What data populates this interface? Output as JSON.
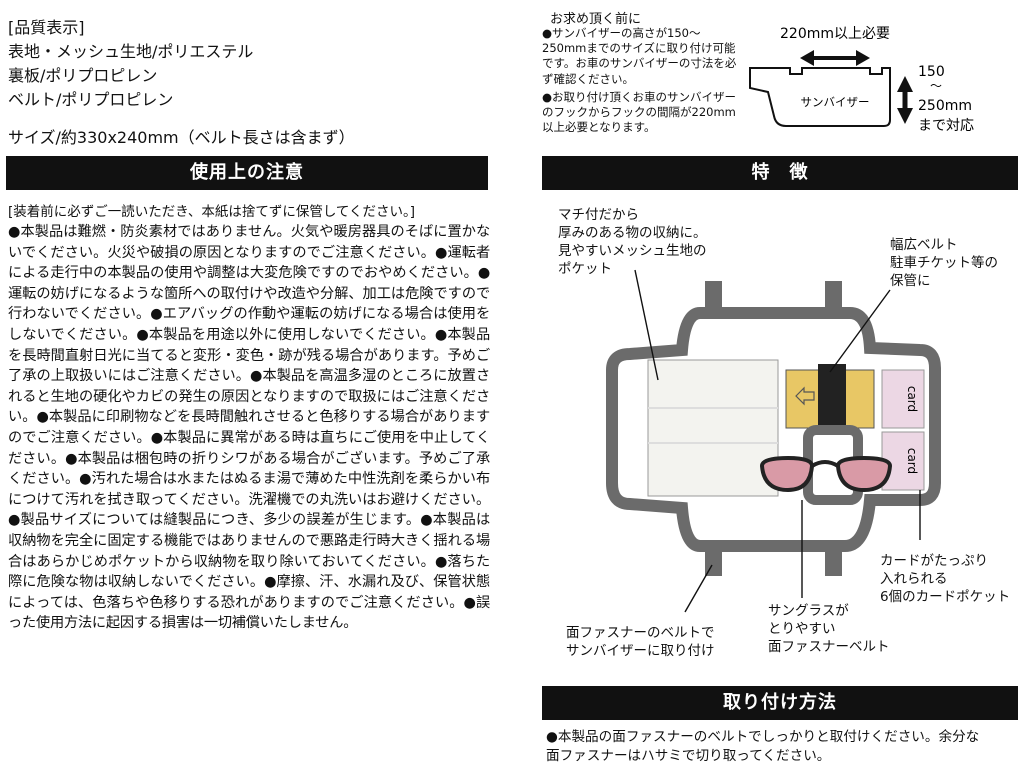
{
  "quality": {
    "heading": "[品質表示]",
    "lines": [
      "表地・メッシュ生地/ポリエステル",
      "裏板/ポリプロピレン",
      "ベルト/ポリプロピレン"
    ]
  },
  "size": "サイズ/約330x240mm（ベルト長さは含まず）",
  "caution": {
    "title": "使用上の注意",
    "intro": "[装着前に必ずご一読いただき、本紙は捨てずに保管してください。]",
    "body": "●本製品は難燃・防炎素材ではありません。火気や暖房器具のそばに置かないでください。火災や破損の原因となりますのでご注意ください。●運転者による走行中の本製品の使用や調整は大変危険ですのでおやめください。●運転の妨げになるような箇所への取付けや改造や分解、加工は危険ですので行わないでください。●エアバッグの作動や運転の妨げになる場合は使用をしないでください。●本製品を用途以外に使用しないでください。●本製品を長時間直射日光に当てると変形・変色・跡が残る場合があります。予めご了承の上取扱いにはご注意ください。●本製品を高温多湿のところに放置されると生地の硬化やカビの発生の原因となりますので取扱にはご注意ください。●本製品に印刷物などを長時間触れさせると色移りする場合がありますのでご注意ください。●本製品に異常がある時は直ちにご使用を中止してください。●本製品は梱包時の折りシワがある場合がございます。予めご了承ください。●汚れた場合は水またはぬるま湯で薄めた中性洗剤を柔らかい布につけて汚れを拭き取ってください。洗濯機での丸洗いはお避けください。●製品サイズについては縫製品につき、多少の誤差が生じます。●本製品は収納物を完全に固定する機能ではありませんので悪路走行時大きく揺れる場合はあらかじめポケットから収納物を取り除いておいてください。●落ちた際に危険な物は収納しないでください。●摩擦、汗、水漏れ及び、保管状態によっては、色落ちや色移りする恐れがありますのでご注意ください。●誤った使用方法に起因する損害は一切補償いたしません。"
  },
  "requirements": {
    "heading": "お求め頂く前に",
    "items": [
      "●サンバイザーの高さが150〜250mmまでのサイズに取り付け可能です。お車のサンバイザーの寸法を必ず確認ください。",
      "●お取り付け頂くお車のサンバイザーのフックからフックの間隔が220mm以上必要となります。"
    ],
    "diagram": {
      "width_label": "220mm以上必要",
      "visor_label": "サンバイザー",
      "height_label_lines": [
        "150",
        "〜",
        "250mm",
        "まで対応"
      ]
    }
  },
  "features": {
    "title": "特　徴",
    "callouts": {
      "mesh_pocket": [
        "マチ付だから",
        "厚みのある物の収納に。",
        "見やすいメッシュ生地の",
        "ポケット"
      ],
      "wide_belt": [
        "幅広ベルト",
        "駐車チケット等の",
        "保管に"
      ],
      "card_pockets": [
        "カードがたっぷり",
        "入れられる",
        "6個のカードポケット"
      ],
      "sunglasses_belt": [
        "サングラスが",
        "とりやすい",
        "面ファスナーベルト"
      ],
      "mount_belt": [
        "面ファスナーのベルトで",
        "サンバイザーに取り付け"
      ]
    },
    "card_labels": [
      "card",
      "card"
    ]
  },
  "installation": {
    "title": "取り付け方法",
    "lines": [
      "●本製品の面ファスナーのベルトでしっかりと取付けください。余分な",
      "面ファスナーはハサミで切り取ってください。"
    ]
  },
  "colors": {
    "bar_bg": "#111111",
    "organizer_frame": "#6b6b6b",
    "card_pocket": "#ecd7e4",
    "ticket": "#e8c765",
    "lens": "#d99aa6"
  }
}
